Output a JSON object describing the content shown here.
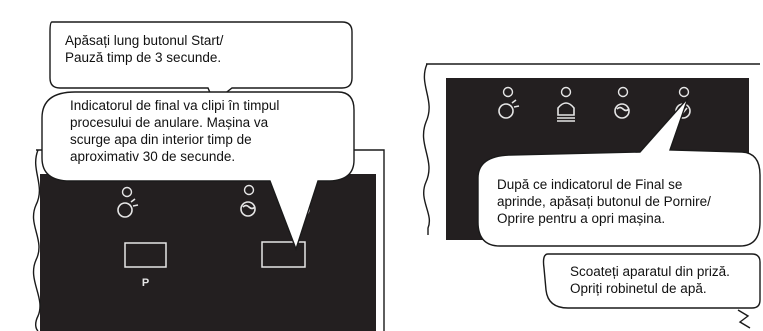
{
  "left_step": {
    "callout_start": {
      "lines": [
        "Apăsați lung butonul Start/",
        "Pauză timp de 3 secunde."
      ]
    },
    "callout_cancel": {
      "lines": [
        "Indicatorul de final va clipi în timpul",
        "procesului de anulare. Mașina va",
        "scurge apa din interior timp de",
        "aproximativ 30 de secunde."
      ]
    },
    "button_label": "P"
  },
  "right_step": {
    "callout_end": {
      "lines": [
        "După ce indicatorul de Final se",
        "aprinde, apăsați butonul de Pornire/",
        "Oprire pentru a opri mașina."
      ]
    },
    "callout_unplug": {
      "lines": [
        "Scoateți aparatul din priză.",
        "Opriți robinetul de apă."
      ]
    }
  },
  "colors": {
    "panel": "#231f20",
    "icon": "#e6e6e6",
    "outline": "#1a1a1a",
    "background": "#ffffff"
  }
}
